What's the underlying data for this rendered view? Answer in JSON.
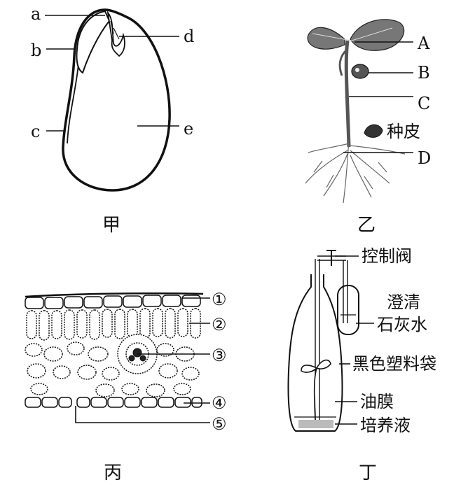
{
  "panel_jia": {
    "caption": "甲",
    "labels": {
      "a": "a",
      "b": "b",
      "c": "c",
      "d": "d",
      "e": "e"
    }
  },
  "panel_yi": {
    "caption": "乙",
    "labels": {
      "A": "A",
      "B": "B",
      "C": "C",
      "D": "D",
      "seed_coat": "种皮"
    }
  },
  "panel_bing": {
    "caption": "丙",
    "labels": {
      "n1": "①",
      "n2": "②",
      "n3": "③",
      "n4": "④",
      "n5": "⑤"
    }
  },
  "panel_ding": {
    "caption": "丁",
    "labels": {
      "valve": "控制阀",
      "limewater_1": "澄清",
      "limewater_2": "石灰水",
      "bag": "黑色塑料袋",
      "oil": "油膜",
      "nutrient": "培养液"
    }
  }
}
